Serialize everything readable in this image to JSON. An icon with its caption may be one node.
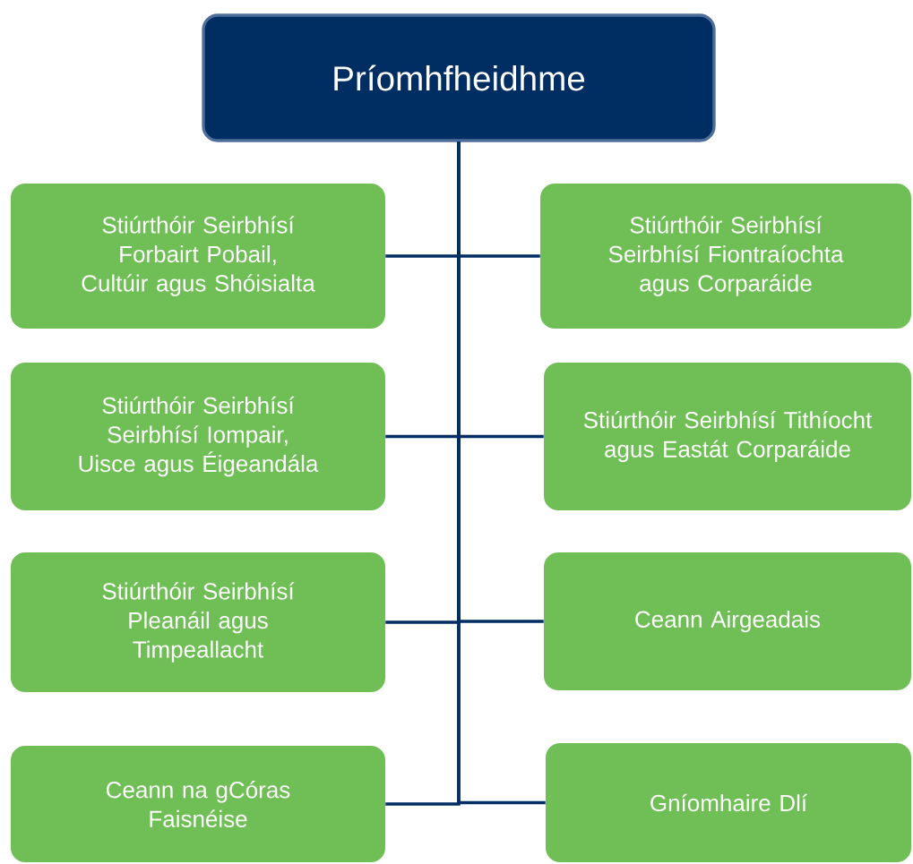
{
  "diagram": {
    "nodes": [
      {
        "text": [
          "Príomhfheidhme"
        ]
      },
      {
        "text": [
          "Stiúrthóir Seirbhísí Forbairt Pobail, Cultúir agus Shóisialta"
        ]
      },
      {
        "text": [
          "Stiúrthóir Seirbhísí Seirbhísí Fiontraíochta agus Corparáide"
        ]
      },
      {
        "text": [
          "Stiúrthóir Seirbhísí Seirbhísí Iompair, Uisce agus Éigeandála"
        ]
      },
      {
        "text": [
          "Stiúrthóir Seirbhísí Tithíocht agus Eastát Corparáide"
        ]
      },
      {
        "text": [
          "Stiúrthóir Seirbhísí Pleanáil agus Timpeallacht"
        ]
      },
      {
        "text": [
          "Ceann Airgeadais"
        ]
      },
      {
        "text": [
          "Ceann na gCóras Faisnéise"
        ]
      },
      {
        "text": [
          "Gníomhaire Dlí"
        ]
      }
    ],
    "edges": [
      {
        "from": 0,
        "to": 1,
        "arrow": "none"
      },
      {
        "from": 0,
        "to": 2,
        "arrow": "none"
      },
      {
        "from": 0,
        "to": 3,
        "arrow": "none"
      },
      {
        "from": 0,
        "to": 4,
        "arrow": "none"
      },
      {
        "from": 0,
        "to": 5,
        "arrow": "none"
      },
      {
        "from": 0,
        "to": 6,
        "arrow": "none"
      },
      {
        "from": 0,
        "to": 7,
        "arrow": "none"
      },
      {
        "from": 0,
        "to": 8,
        "arrow": "none"
      }
    ]
  }
}
